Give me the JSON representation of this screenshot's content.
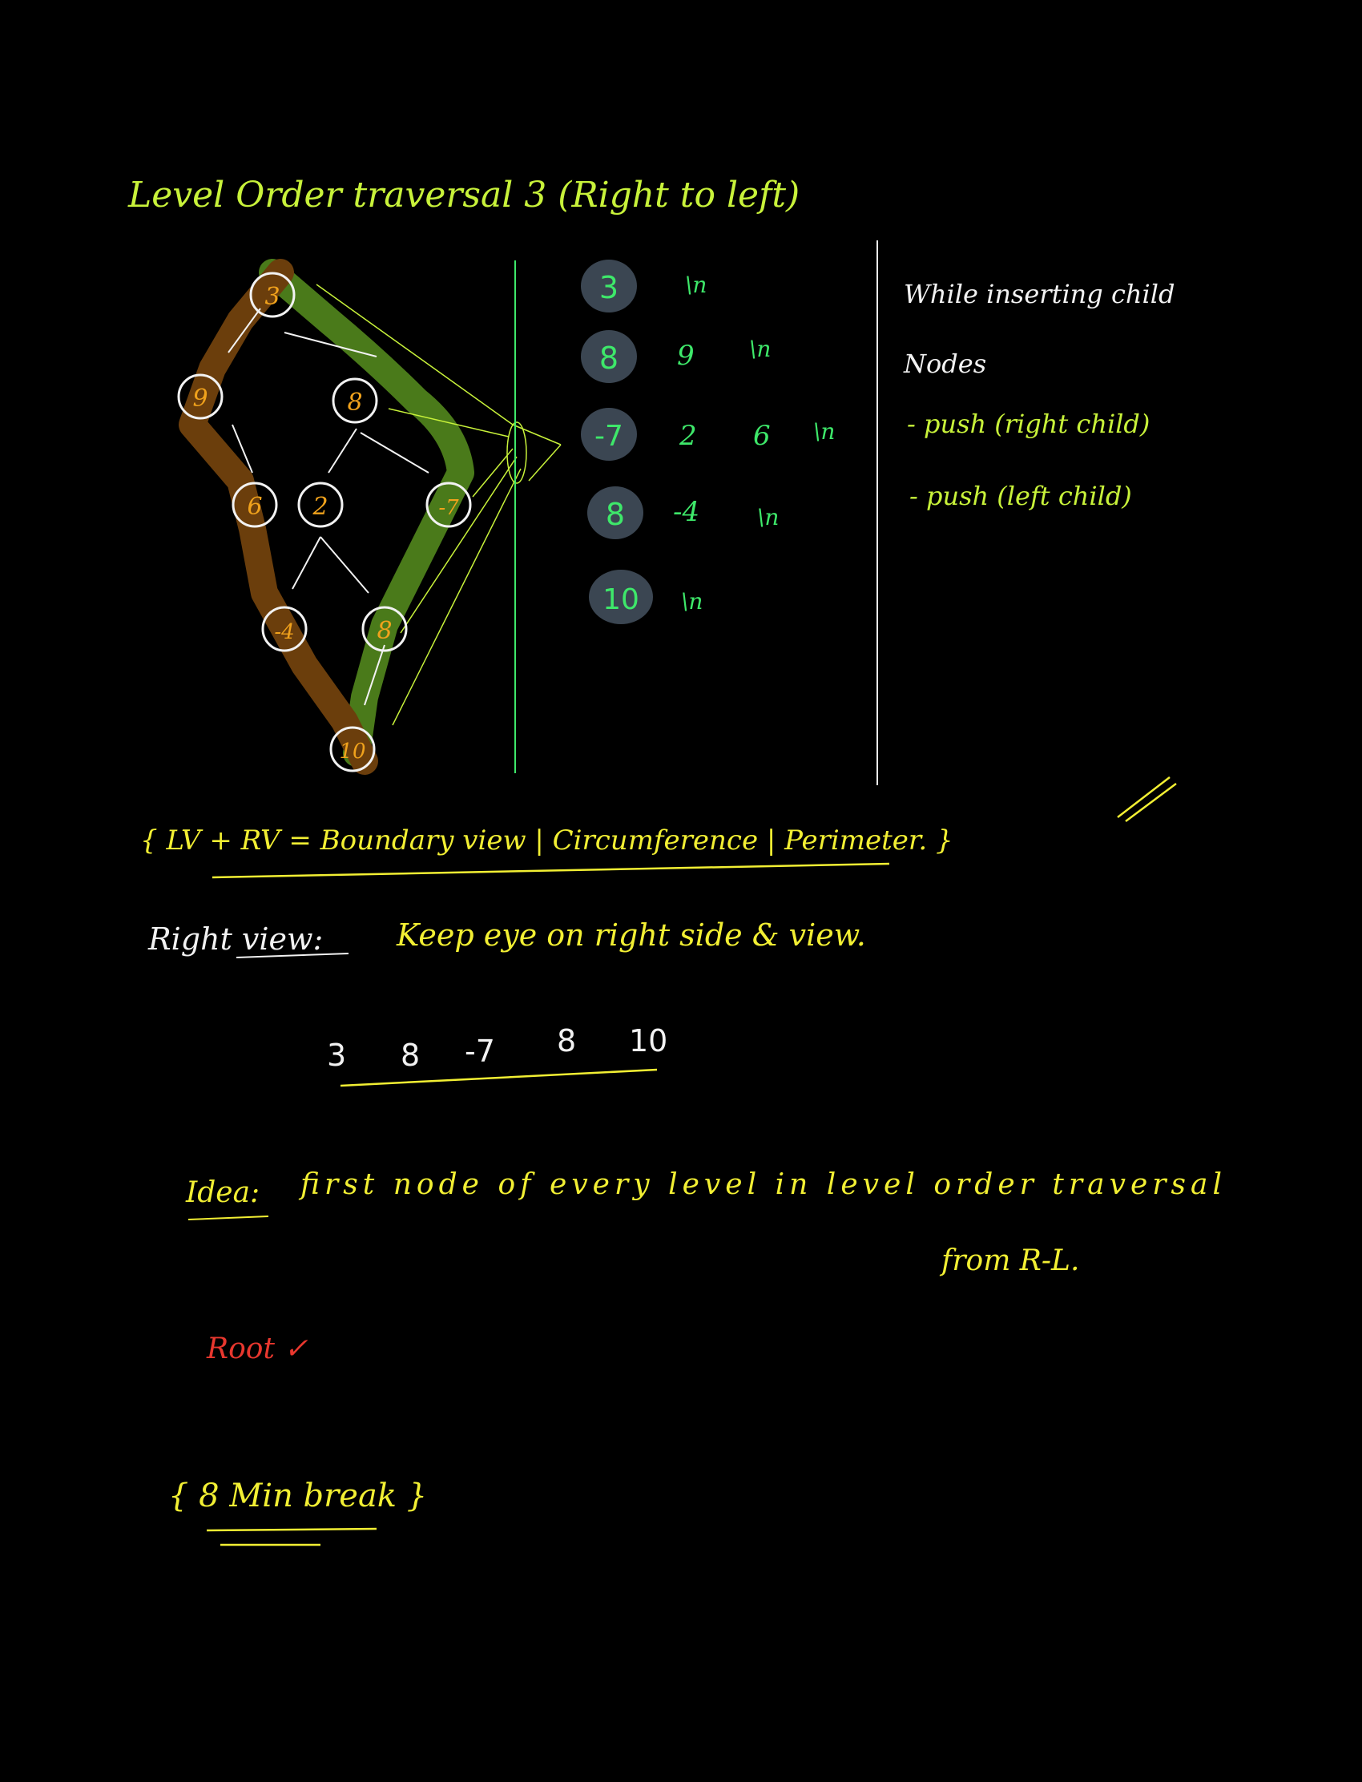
{
  "title": "Level Order traversal 3  (Right to left)",
  "tree": {
    "nodes": [
      {
        "id": "n3",
        "label": "3"
      },
      {
        "id": "n9",
        "label": "9"
      },
      {
        "id": "n8a",
        "label": "8"
      },
      {
        "id": "n6",
        "label": "6"
      },
      {
        "id": "n2",
        "label": "2"
      },
      {
        "id": "n-7",
        "label": "-7"
      },
      {
        "id": "n-4",
        "label": "-4"
      },
      {
        "id": "n8b",
        "label": "8"
      },
      {
        "id": "n10",
        "label": "10"
      }
    ]
  },
  "queue": {
    "rows": [
      {
        "first": "3",
        "rest": [
          "\\n"
        ]
      },
      {
        "first": "8",
        "rest": [
          "9",
          "\\n"
        ]
      },
      {
        "first": "-7",
        "rest": [
          "2",
          "6",
          "\\n"
        ]
      },
      {
        "first": "8",
        "rest": [
          "-4",
          "\\n"
        ]
      },
      {
        "first": "10",
        "rest": [
          "\\n"
        ]
      }
    ]
  },
  "notes": {
    "line1": "While inserting child",
    "line2": "Nodes",
    "line3": "- push (right child)",
    "line4": "- push (left child)"
  },
  "boundary": {
    "text": "{ LV + RV = Boundary view | Circumference | Perimeter. }"
  },
  "right_view": {
    "label": "Right view:",
    "text": "Keep eye on right side & view."
  },
  "sequence": {
    "values": [
      "3",
      "8",
      "-7",
      "8",
      "10"
    ]
  },
  "idea": {
    "label": "Idea:",
    "text": "first node of every level in level order traversal",
    "text2": "from R-L."
  },
  "root": {
    "text": "Root ✓"
  },
  "break": {
    "text": "{ 8 Min break }"
  },
  "colors": {
    "lime": "#c8f23a",
    "yellow": "#f2ef33",
    "green_path": "#4a7a1a",
    "brown_path": "#6b3e0c",
    "queue_circle": "#3b4652",
    "queue_text": "#3ee86a",
    "node_label": "#f0a21c",
    "red": "#e8372e"
  }
}
